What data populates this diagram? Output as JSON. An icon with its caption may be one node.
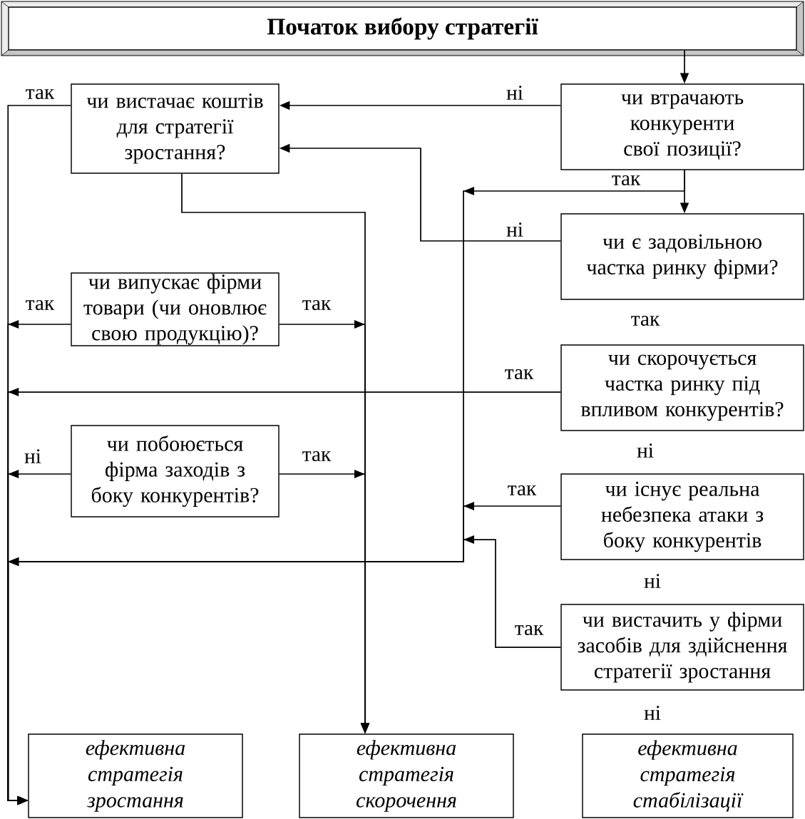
{
  "diagram": {
    "nodes": [
      {
        "text": [
          "Початок вибору стратегії"
        ]
      },
      {
        "text": [
          "чи вистачає коштів для стратегії зростання?"
        ]
      },
      {
        "text": [
          "чи втрачають конкуренти свої позиції?"
        ]
      },
      {
        "text": [
          "чи є задовільною частка ринку фірми?"
        ]
      },
      {
        "text": [
          "чи випускає фірми товари (чи оновлює свою продукцію)?"
        ]
      },
      {
        "text": [
          "чи скорочується частка ринку під впливом конкурентів?"
        ]
      },
      {
        "text": [
          "чи побоюється фірма заходів з боку конкурентів?"
        ]
      },
      {
        "text": [
          "чи існує реальна небезпека атаки з боку конкурентів"
        ]
      },
      {
        "text": [
          "чи вистачить у фірми засобів для здійснення стратегії зростання"
        ]
      },
      {
        "text": [
          "ефективна стратегія зростання"
        ]
      },
      {
        "text": [
          "ефективна стратегія скорочення"
        ]
      },
      {
        "text": [
          "ефективна стратегія стабілізації"
        ]
      }
    ],
    "edges": [
      {
        "from": 0,
        "to": 2,
        "arrow": "to"
      },
      {
        "from": 2,
        "to": 1,
        "arrow": "to",
        "label": "ні"
      },
      {
        "from": 2,
        "to": 3,
        "arrow": "to"
      },
      {
        "from": 2,
        "to": 9,
        "arrow": "to",
        "label": "так"
      },
      {
        "from": 3,
        "to": 1,
        "arrow": "to",
        "label": "ні"
      },
      {
        "from": 1,
        "to": 9,
        "arrow": "to",
        "label": "так"
      },
      {
        "from": 1,
        "to": 10,
        "arrow": "to"
      },
      {
        "from": 4,
        "to": 9,
        "arrow": "to",
        "label": "так"
      },
      {
        "from": 4,
        "to": 10,
        "arrow": "to",
        "label": "так"
      },
      {
        "from": 5,
        "to": 9,
        "arrow": "to",
        "label": "так"
      },
      {
        "from": 6,
        "to": 9,
        "arrow": "to",
        "label": "ні"
      },
      {
        "from": 6,
        "to": 10,
        "arrow": "to",
        "label": "так"
      },
      {
        "from": 7,
        "to": 9,
        "arrow": "to",
        "label": "так"
      },
      {
        "from": 8,
        "to": 9,
        "arrow": "to",
        "label": "так"
      }
    ],
    "labels": [
      "так",
      "ні",
      "ні",
      "ні"
    ]
  }
}
